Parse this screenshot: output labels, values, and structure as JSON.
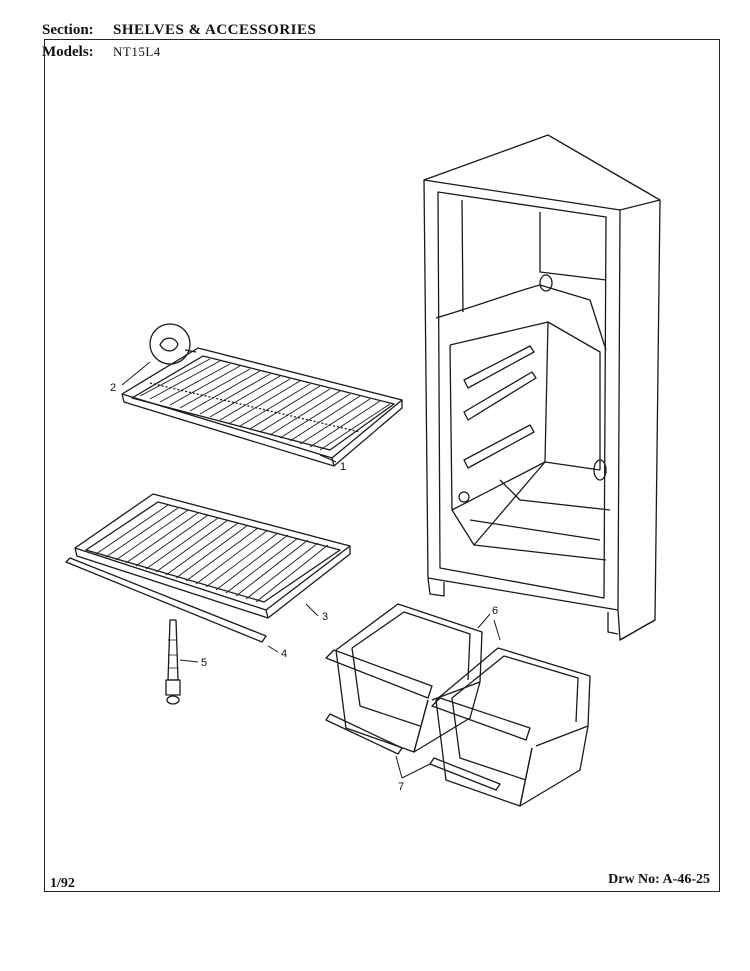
{
  "header": {
    "section_label": "Section:",
    "section_value": "SHELVES & ACCESSORIES",
    "models_label": "Models:",
    "models_value": "NT15L4"
  },
  "footer": {
    "date": "1/92",
    "drawing_no": "Drw No: A-46-25"
  },
  "callouts": {
    "c1": "1",
    "c2": "2",
    "c3": "3",
    "c4": "4",
    "c5": "5",
    "c6": "6",
    "c7": "7"
  }
}
